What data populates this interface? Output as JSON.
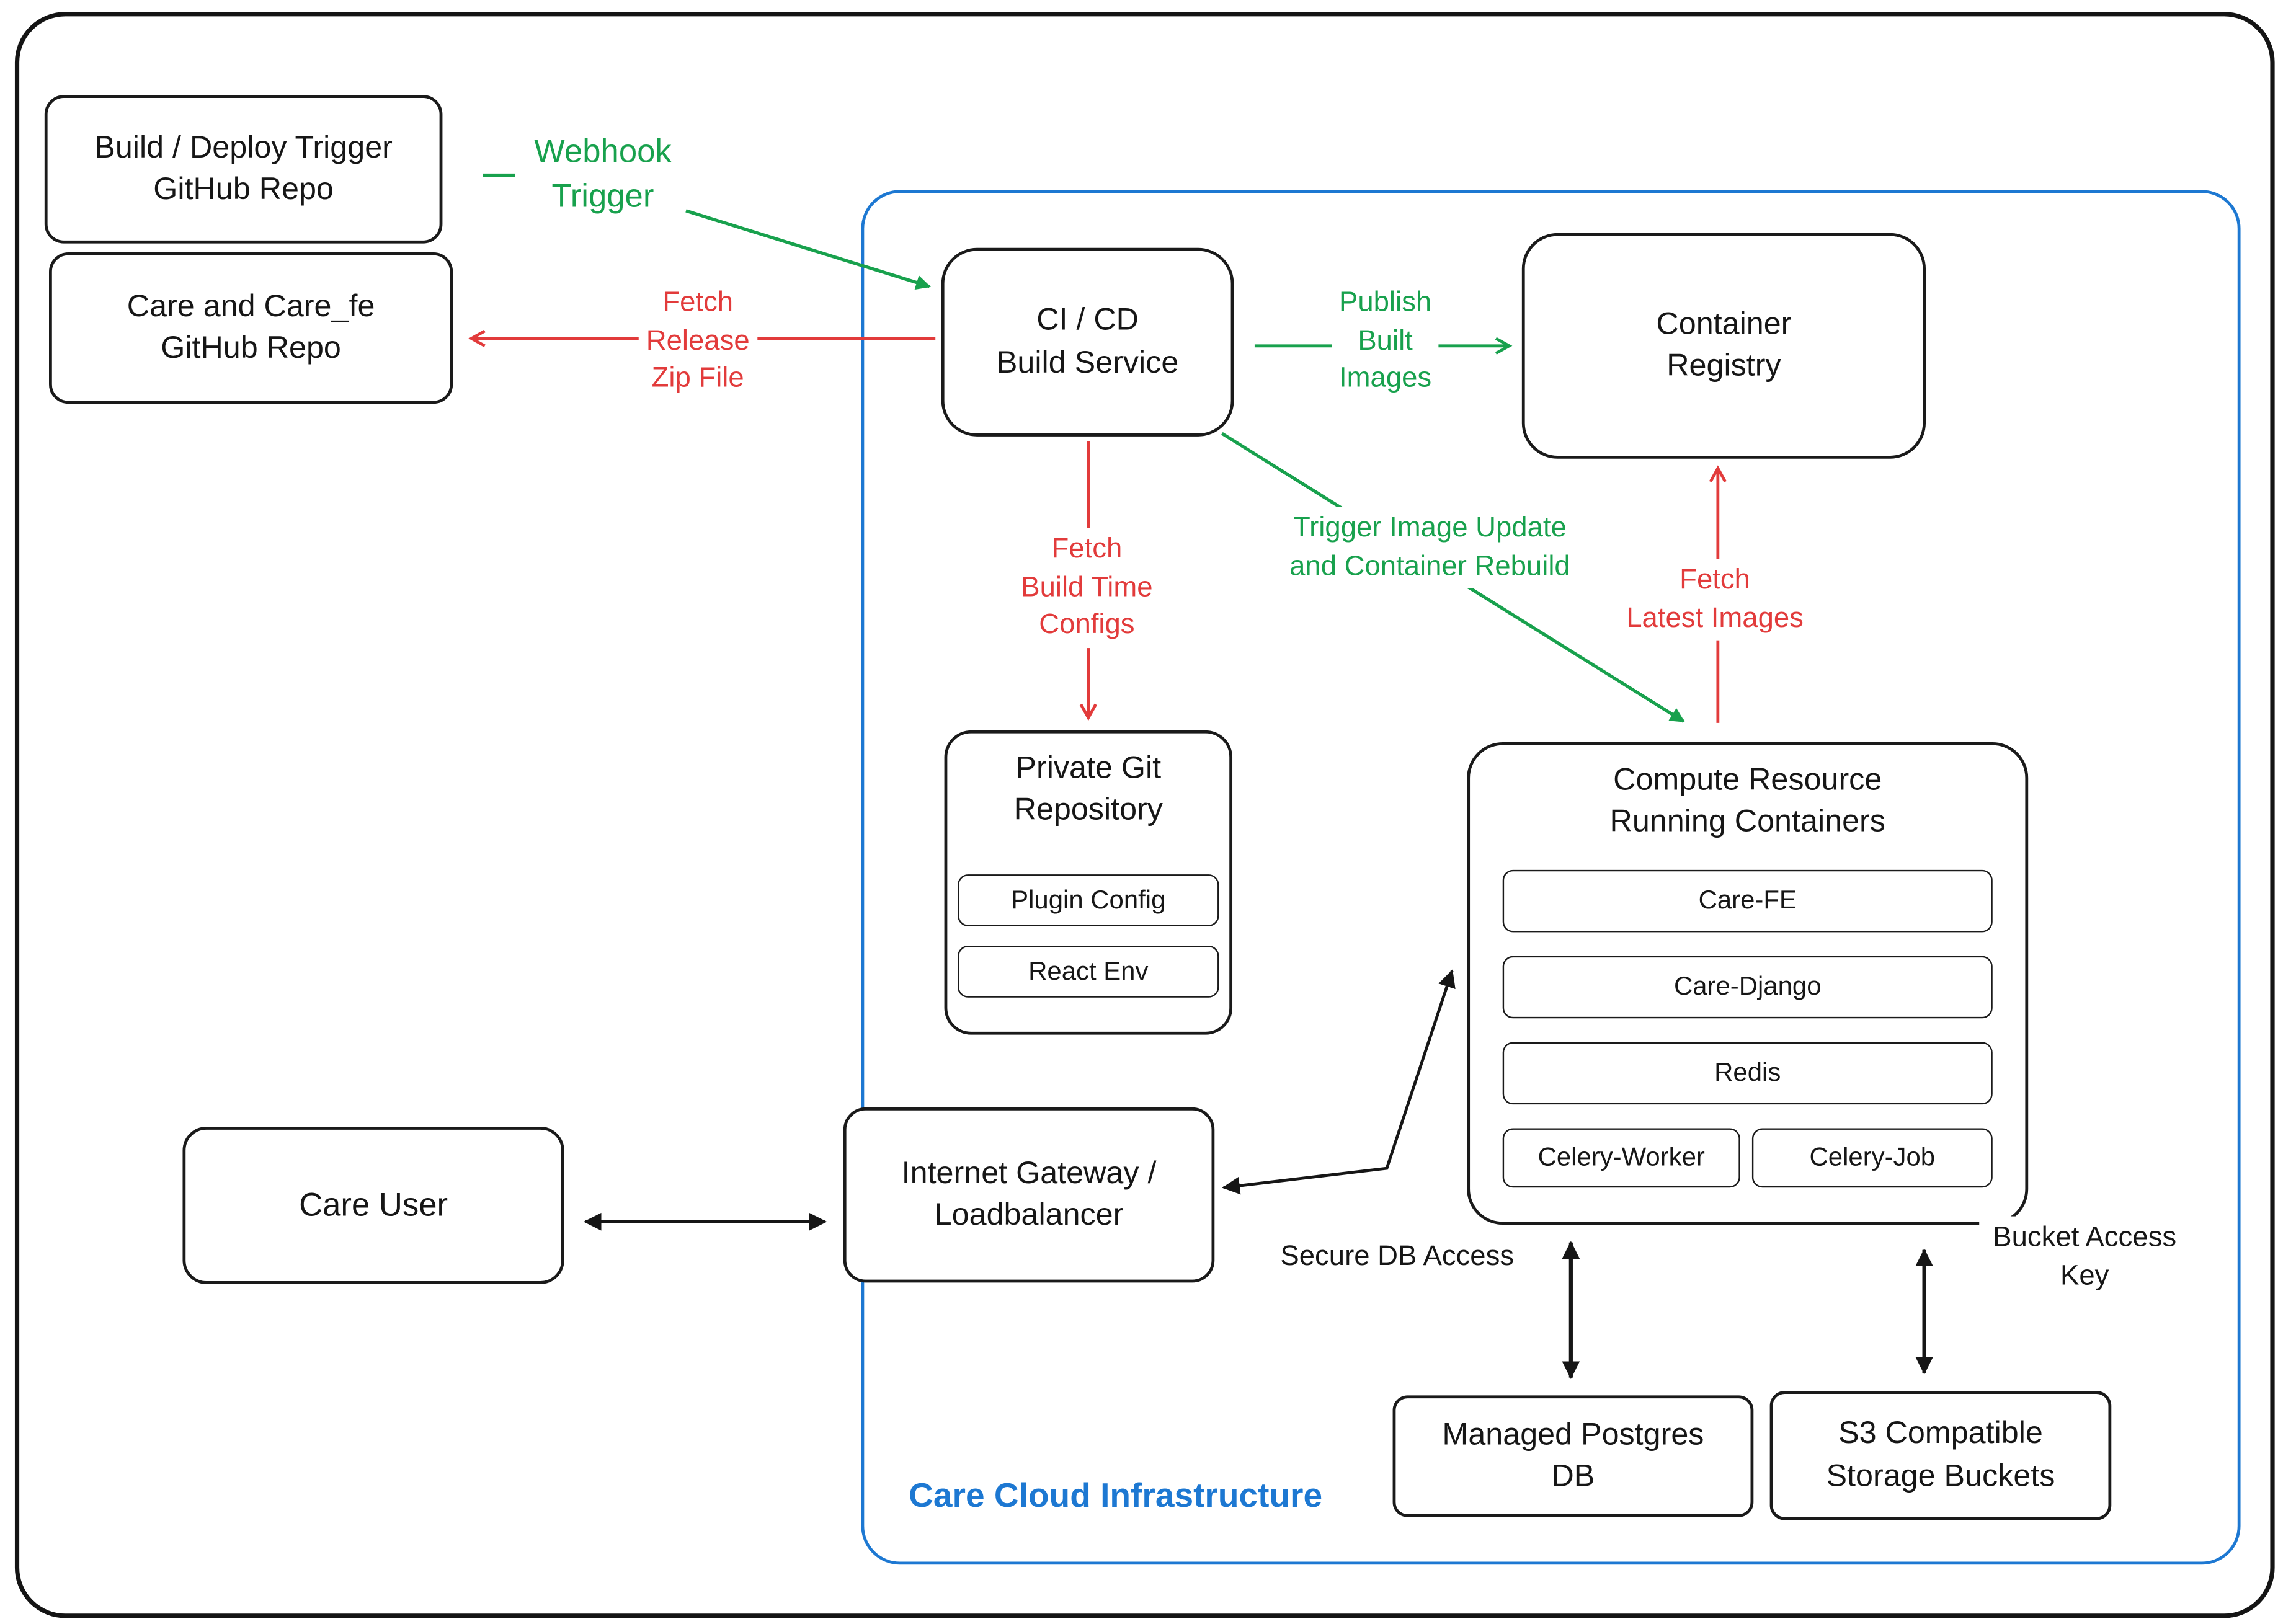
{
  "colors": {
    "green": "#18a14d",
    "red": "#e23b3b",
    "blue": "#1d78d2",
    "ink": "#161616"
  },
  "cloud": {
    "label": "Care Cloud Infrastructure"
  },
  "nodes": {
    "build_trigger_repo": {
      "label": "Build / Deploy Trigger\nGitHub Repo"
    },
    "care_repo": {
      "label": "Care and Care_fe\nGitHub Repo"
    },
    "cicd": {
      "label": "CI / CD\nBuild Service"
    },
    "registry": {
      "label": "Container\nRegistry"
    },
    "private_git": {
      "label": "Private Git\nRepository",
      "items": [
        {
          "label": "Plugin Config"
        },
        {
          "label": "React Env"
        }
      ]
    },
    "compute": {
      "label": "Compute Resource\nRunning Containers",
      "items": [
        {
          "label": "Care-FE"
        },
        {
          "label": "Care-Django"
        },
        {
          "label": "Redis"
        },
        {
          "label": "Celery-Worker"
        },
        {
          "label": "Celery-Job"
        }
      ]
    },
    "gateway": {
      "label": "Internet Gateway /\nLoadbalancer"
    },
    "care_user": {
      "label": "Care User"
    },
    "postgres": {
      "label": "Managed Postgres\nDB"
    },
    "s3": {
      "label": "S3 Compatible\nStorage Buckets"
    }
  },
  "edges": {
    "webhook": {
      "label": "Webhook\nTrigger"
    },
    "fetch_release": {
      "label": "Fetch\nRelease\nZip File"
    },
    "publish": {
      "label": "Publish\nBuilt\nImages"
    },
    "fetch_configs": {
      "label": "Fetch\nBuild Time\nConfigs"
    },
    "trigger_update": {
      "label": "Trigger Image Update\nand Container Rebuild"
    },
    "fetch_images": {
      "label": "Fetch\nLatest Images"
    },
    "secure_db": {
      "label": "Secure DB Access"
    },
    "bucket_key": {
      "label": "Bucket Access Key"
    }
  }
}
